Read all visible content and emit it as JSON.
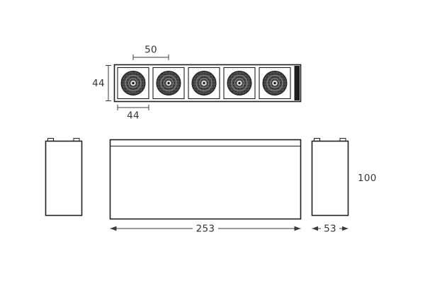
{
  "colors": {
    "background": "#ffffff",
    "outline": "#1e1e1e",
    "dimension": "#3c3c3c",
    "lens_fill": "#474747",
    "lens_ring": "#8f8f8f"
  },
  "top_view": {
    "lens_count": 5,
    "pitch_label": "50",
    "height_label": "44",
    "cell_label": "44"
  },
  "front_view": {
    "length_label": "253"
  },
  "side_view": {
    "width_label": "53",
    "height_label": "100"
  }
}
